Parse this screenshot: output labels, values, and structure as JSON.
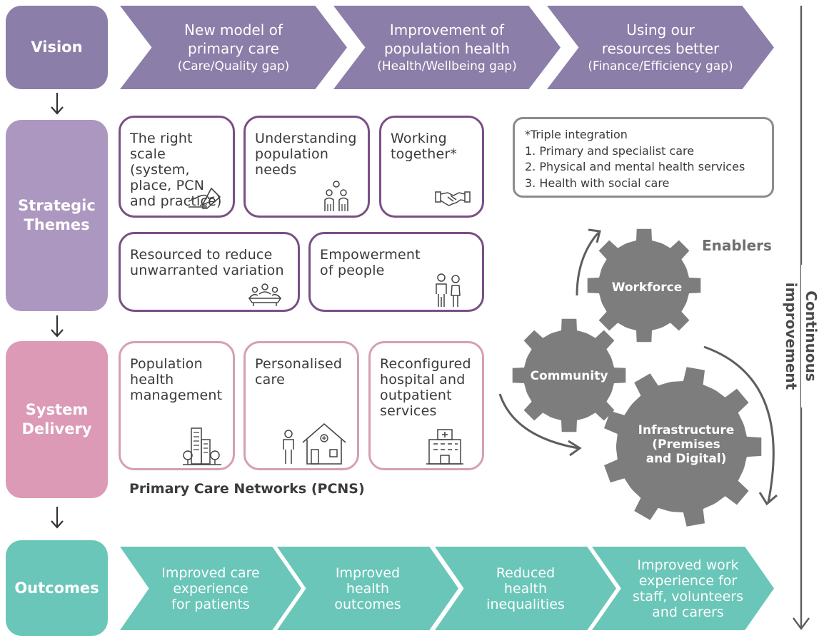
{
  "rows": {
    "vision": "Vision",
    "themes": "Strategic\nThemes",
    "delivery": "System\nDelivery",
    "outcomes": "Outcomes"
  },
  "vision_items": [
    {
      "title": "New model of\nprimary care",
      "gap": "(Care/Quality gap)"
    },
    {
      "title": "Improvement of\npopulation health",
      "gap": "(Health/Wellbeing gap)"
    },
    {
      "title": "Using our\nresources better",
      "gap": "(Finance/Efficiency gap)"
    }
  ],
  "themes": [
    {
      "text": "The right\nscale (system,\nplace, PCN\nand practice)",
      "icon": "hand-writing-icon"
    },
    {
      "text": "Understanding\npopulation\nneeds",
      "icon": "people-group-icon"
    },
    {
      "text": "Working\ntogether*",
      "icon": "handshake-icon"
    },
    {
      "text": "Resourced to reduce\nunwarranted variation",
      "icon": "meeting-table-icon"
    },
    {
      "text": "Empowerment\nof people",
      "icon": "two-people-icon"
    }
  ],
  "note": {
    "title": "*Triple integration",
    "items": [
      "1. Primary and specialist care",
      "2. Physical and mental health services",
      "3. Health with social care"
    ]
  },
  "delivery": [
    {
      "text": "Population\nhealth\nmanagement",
      "icon": "city-buildings-icon"
    },
    {
      "text": "Personalised\ncare",
      "icon": "person-house-icon"
    },
    {
      "text": "Reconfigured\nhospital and\noutpatient\nservices",
      "icon": "hospital-icon"
    }
  ],
  "pcn_label": "Primary Care Networks (PCNS)",
  "enablers": {
    "title": "Enablers",
    "workforce": "Workforce",
    "community": "Community",
    "infrastructure": "Infrastructure\n(Premises\nand Digital)"
  },
  "outcomes": [
    "Improved care\nexperience\nfor patients",
    "Improved\nhealth\noutcomes",
    "Reduced\nhealth\ninequalities",
    "Improved work\nexperience for\nstaff, volunteers\nand carers"
  ],
  "side_label": "Continuous improvement",
  "colors": {
    "vision": "#8b7ea8",
    "themes": "#ac97c0",
    "delivery": "#dc9ab6",
    "outcomes": "#6ac6b8",
    "gear": "#7d7d7d"
  }
}
